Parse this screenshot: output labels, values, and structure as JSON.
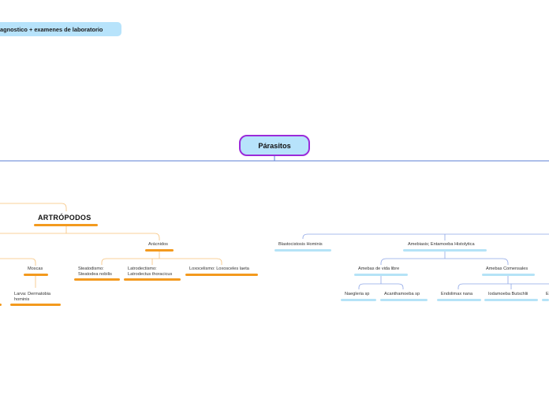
{
  "top_pill": {
    "label": "agnostico + examenes de laboratorio"
  },
  "central": {
    "label": "Párasitos"
  },
  "artropodos": {
    "label": "ARTRÓPODOS",
    "moscas": {
      "label": "Moscas",
      "child": "Larva: Dermatobia hominis"
    },
    "aracnidos": {
      "label": "Arácnidos",
      "children": [
        "Steatodismo: Steatodea nobilis",
        "Latrodectismo: Latrodectus thoracicus",
        "Loxocelismo: Loxosceles laeta"
      ]
    }
  },
  "protozoos": {
    "blastocistosis": "Blastocistosis Hominis",
    "amebiasis": {
      "label": "Amebiasis; Entamoeba Histolytica",
      "vida_libre": {
        "label": "Amebas de vida libre",
        "children": [
          "Naegleria sp",
          "Acanthamoeba sp"
        ]
      },
      "comensales": {
        "label": "Amebas Comensales",
        "children": [
          "Endolimax nana",
          "Iodamoeba Butschlii",
          "E"
        ]
      }
    }
  },
  "colors": {
    "orange": "#f39a1e",
    "blue": "#b5e3f7",
    "purple": "#9b2bd9",
    "line_blue": "#5b7fd6",
    "line_orange": "#f6c27a"
  }
}
